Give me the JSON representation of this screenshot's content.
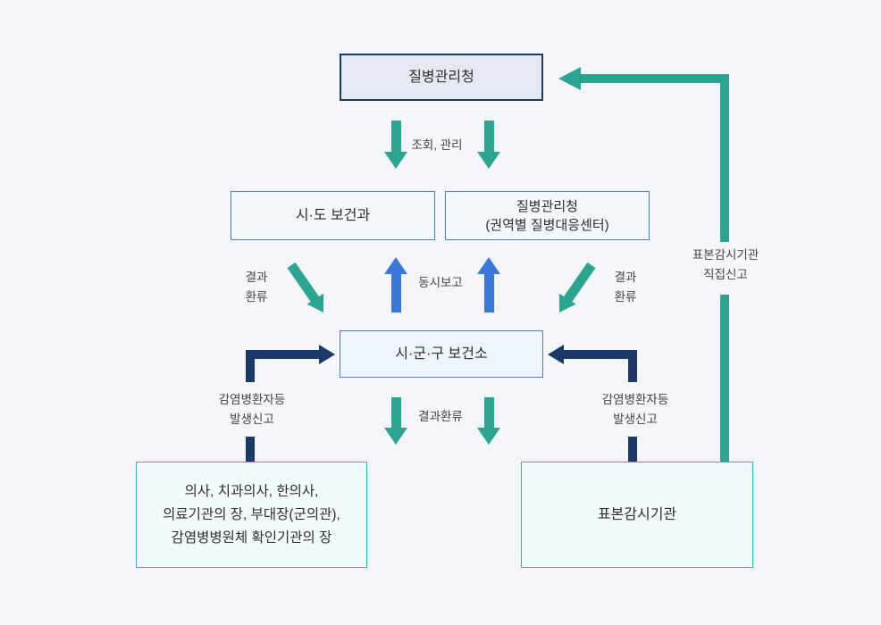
{
  "diagram": {
    "nodes": {
      "kdca": "질병관리청",
      "sido": "시·도 보건과",
      "regional_line1": "질병관리청",
      "regional_line2": "(권역별 질병대응센터)",
      "sigungu": "시·군·구 보건소",
      "doctors_lines": [
        "의사, 치과의사, 한의사,",
        "의료기관의 장, 부대장(군의관),",
        "감염병병원체 확인기관의 장"
      ],
      "sentinel": "표본감시기관"
    },
    "edge_labels": {
      "inquiry_manage": "조회, 관리",
      "result_feedback_left_line1": "결과",
      "result_feedback_left_line2": "환류",
      "simultaneous_report": "동시보고",
      "result_feedback_right_line1": "결과",
      "result_feedback_right_line2": "환류",
      "case_report_left_line1": "감염병환자등",
      "case_report_left_line2": "발생신고",
      "result_feedback_center": "결과환류",
      "case_report_right_line1": "감염병환자등",
      "case_report_right_line2": "발생신고",
      "direct_report_line1": "표본감시기관",
      "direct_report_line2": "직접신고"
    },
    "colors": {
      "background": "#f4f6fa",
      "teal_arrow": "#2ba491",
      "blue_arrow": "#3b78dc",
      "navy_arrow": "#1a3a68",
      "top_box_fill": "#e4e9f3",
      "top_box_border": "#1e3a5f",
      "blue_box_fill": "#f3f8fd",
      "blue_box_border": "#4d80c0",
      "mid_box_fill": "#eef5fd",
      "cyan_box_fill": "#f2fafc",
      "cyan_box_border": "#3aadc7"
    }
  }
}
